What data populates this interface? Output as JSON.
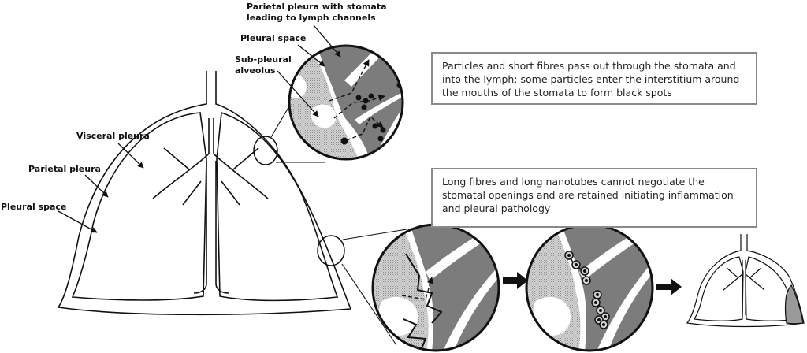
{
  "labels": {
    "visceral_pleura": "Visceral pleura",
    "parietal_pleura": "Parietal pleura",
    "pleural_space": "Pleural space",
    "stomata_line1": "Parietal pleura with stomata",
    "stomata_line2": "leading to lymph channels",
    "pleural_space_zoom": "Pleural space",
    "subpleural_line1": "Sub-pleural",
    "subpleural_line2": "alveolus"
  },
  "boxes": {
    "short_fibres": "Particles and short fibres pass out through the stomata and into the lymph: some particles enter the interstitium around the mouths of the stomata to form black spots",
    "long_fibres": "Long fibres and long nanotubes cannot negotiate the stomatal openings and are retained initiating inflammation and pleural pathology"
  },
  "colors": {
    "parietal_tissue": "#7c7c7c",
    "alveolus_fill": "#c4c4c4",
    "outline": "#111111",
    "particle": "#111111",
    "box_border": "#8a8a8a",
    "pathology_patch": "#9a9a9a"
  }
}
